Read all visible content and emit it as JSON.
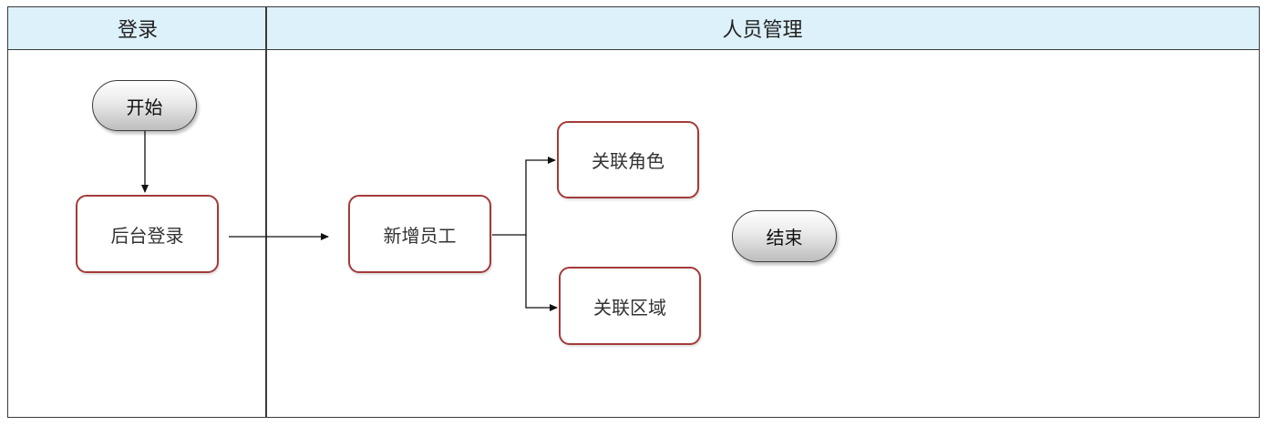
{
  "lanes": [
    {
      "title": "登录"
    },
    {
      "title": "人员管理"
    }
  ],
  "nodes": {
    "start": "开始",
    "login": "后台登录",
    "add_employee": "新增员工",
    "link_role": "关联角色",
    "link_region": "关联区域",
    "end": "结束"
  }
}
